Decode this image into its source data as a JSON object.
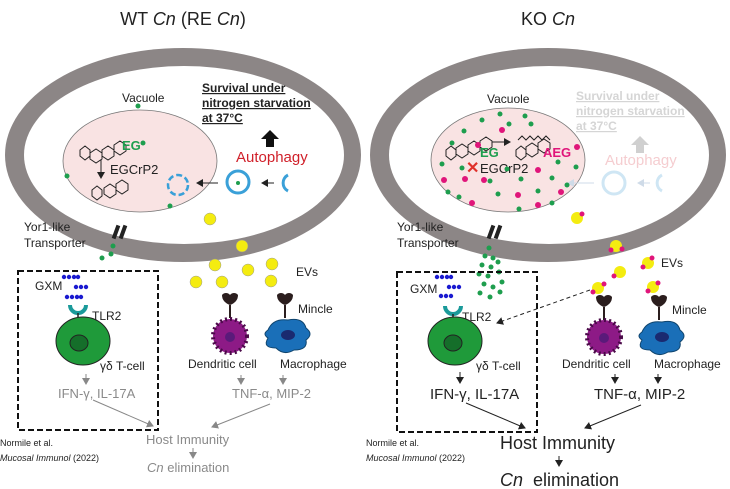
{
  "left": {
    "title": "WT ",
    "title_italic": "Cn",
    "title_suffix": " (RE ",
    "title_italic2": "Cn",
    "title_end": ")",
    "vacuole": "Vacuole",
    "survival": [
      "Survival under",
      "nitrogen starvation",
      "at 37°C"
    ],
    "autophagy": "Autophagy",
    "eg": "EG",
    "enzyme": "EGCrP2",
    "transporter": [
      "Yor1-like",
      "Transporter"
    ],
    "evs": "EVs",
    "gxm": "GXM",
    "tlr2": "TLR2",
    "tcell": "γδ T-cell",
    "cytokines_t": "IFN-γ, IL-17A",
    "mincle": "Mincle",
    "dendritic": "Dendritic cell",
    "macrophage": "Macrophage",
    "cytokines_m": "TNF-α, MIP-2",
    "host_immunity": "Host Immunity",
    "elim_italic": "Cn",
    "elim": " elimination",
    "ref": "Normile et al.",
    "ref_journal": "Mucosal Immunol",
    "ref_year": " (2022)"
  },
  "right": {
    "title": "KO ",
    "title_italic": "Cn",
    "vacuole": "Vacuole",
    "survival": [
      "Survival under",
      "nitrogen starvation",
      "at 37°C"
    ],
    "autophagy": "Autophagy",
    "eg": "EG",
    "aeg": "AEG",
    "enzyme": "EGCrP2",
    "transporter": [
      "Yor1-like",
      "Transporter"
    ],
    "evs": "EVs",
    "gxm": "GXM",
    "tlr2": "TLR2",
    "tcell": "γδ T-cell",
    "cytokines_t": "IFN-γ, IL-17A",
    "mincle": "Mincle",
    "dendritic": "Dendritic cell",
    "macrophage": "Macrophage",
    "cytokines_m": "TNF-α, MIP-2",
    "host_immunity": "Host Immunity",
    "elim_italic": "Cn",
    "elim": "  elimination",
    "ref": "Normile et al.",
    "ref_journal": "Mucosal Immunol",
    "ref_year": " (2022)"
  },
  "colors": {
    "eg": "#1e9e4e",
    "aeg": "#e0157a",
    "autophagy": "#d0202a",
    "cell_wall": "#8c8686",
    "vacuole": "#f9e3e3",
    "ev": "#f4ec10",
    "gxm": "#1a1ad0",
    "tcell": "#1f9a3a",
    "dendritic": "#8d1a86",
    "macrophage": "#1a6fb8"
  }
}
